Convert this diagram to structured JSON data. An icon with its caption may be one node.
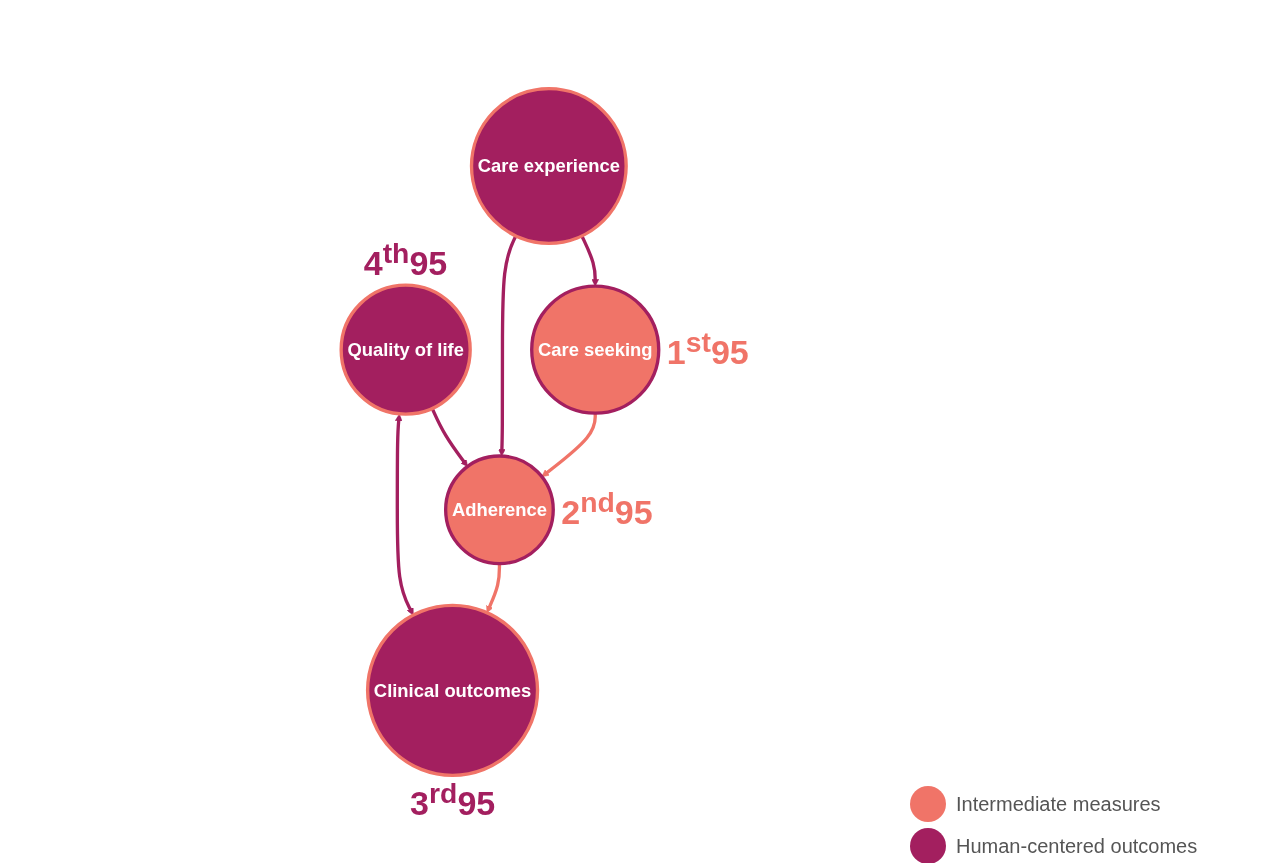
{
  "diagram": {
    "nodes": [
      {
        "text": [
          "Care experience"
        ]
      },
      {
        "text": [
          "Quality of life"
        ],
        "beside": [
          "4$^{th}$95"
        ]
      },
      {
        "text": [
          "Care seeking"
        ],
        "beside": [
          "1$^{st}$95"
        ]
      },
      {
        "text": [
          "Adherence"
        ],
        "beside": [
          "2$^{nd}$95"
        ]
      },
      {
        "text": [
          "Clinical outcomes"
        ],
        "beside": [
          "3$^{rd}$95"
        ]
      }
    ],
    "edges": [
      {
        "from": 0,
        "to": 2,
        "arrow": "to"
      },
      {
        "from": 0,
        "to": 3,
        "arrow": "to"
      },
      {
        "from": 1,
        "to": 3,
        "arrow": "to"
      },
      {
        "from": 1,
        "to": 4,
        "arrow": "both"
      },
      {
        "from": 2,
        "to": 3,
        "arrow": "to",
        "color": "#f07468"
      },
      {
        "from": 3,
        "to": 4,
        "arrow": "to",
        "color": "#f07468"
      }
    ],
    "legend": [
      {
        "text": "Intermediate measures",
        "color": "#f07468"
      },
      {
        "text": "Human-centered outcomes",
        "color": "#a31f5f"
      }
    ]
  }
}
